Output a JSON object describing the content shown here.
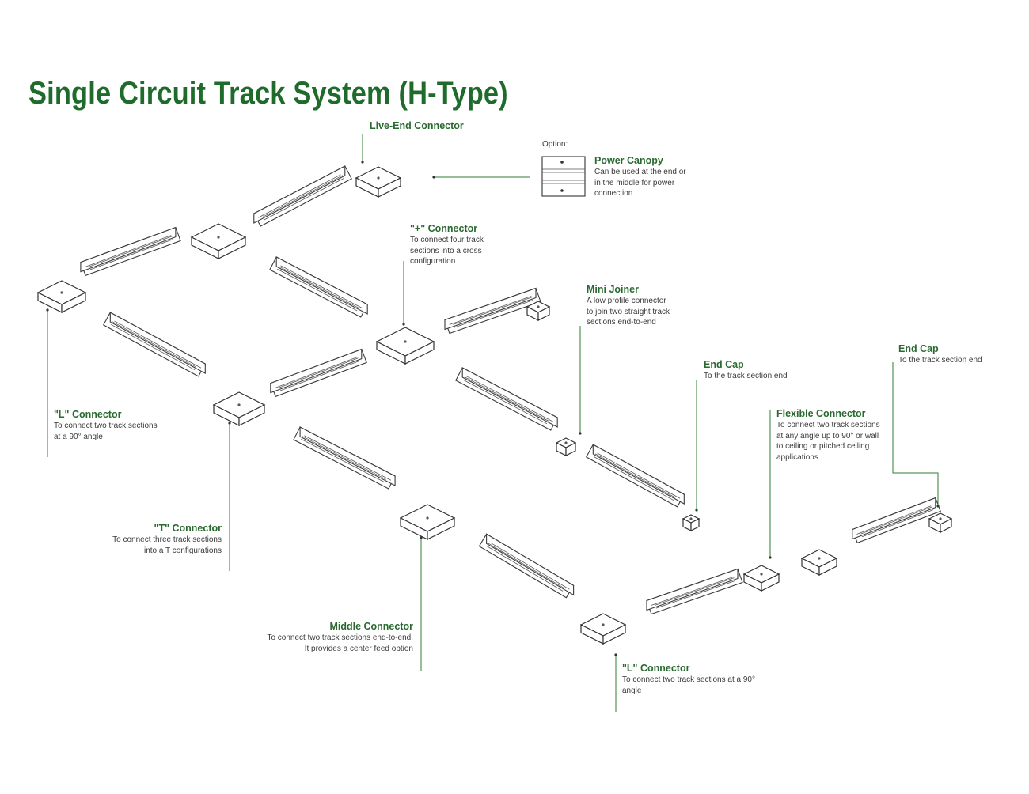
{
  "title": "Single Circuit Track System (H-Type)",
  "colors": {
    "title": "#1f6b2b",
    "label": "#2a6a30",
    "leader": "#2e7d32",
    "line_art": "#333333"
  },
  "option_label": "Option:",
  "labels": {
    "live_end": {
      "name": "Live-End Connector"
    },
    "power_canopy": {
      "name": "Power Canopy",
      "desc": [
        "Can be used at the end or",
        "in the middle for power",
        "connection"
      ]
    },
    "plus_connector": {
      "name": "\"+\" Connector",
      "desc": [
        "To connect four track",
        "sections into a cross",
        "configuration"
      ]
    },
    "mini_joiner": {
      "name": "Mini Joiner",
      "desc": [
        "A low profile connector",
        "to join two straight track",
        "sections end-to-end"
      ]
    },
    "end_cap_1": {
      "name": "End Cap",
      "desc": [
        "To the track section end"
      ]
    },
    "end_cap_2": {
      "name": "End Cap",
      "desc": [
        "To the track section end"
      ]
    },
    "flexible_connector": {
      "name": "Flexible Connector",
      "desc": [
        "To connect two track sections",
        "at any angle up to 90° or wall",
        "to ceiling or pitched ceiling",
        "applications"
      ]
    },
    "l_connector_1": {
      "name": "\"L\" Connector",
      "desc": [
        "To connect two track sections",
        "at a 90° angle"
      ]
    },
    "t_connector": {
      "name": "\"T\" Connector",
      "desc": [
        "To connect three track sections",
        "into a T configurations"
      ]
    },
    "middle_connector": {
      "name": "Middle Connector",
      "desc": [
        "To connect two track sections end-to-end.",
        "It provides a center feed option"
      ]
    },
    "l_connector_2": {
      "name": "\"L\" Connector",
      "desc": [
        "To connect two track sections at a 90°",
        "angle"
      ]
    }
  }
}
